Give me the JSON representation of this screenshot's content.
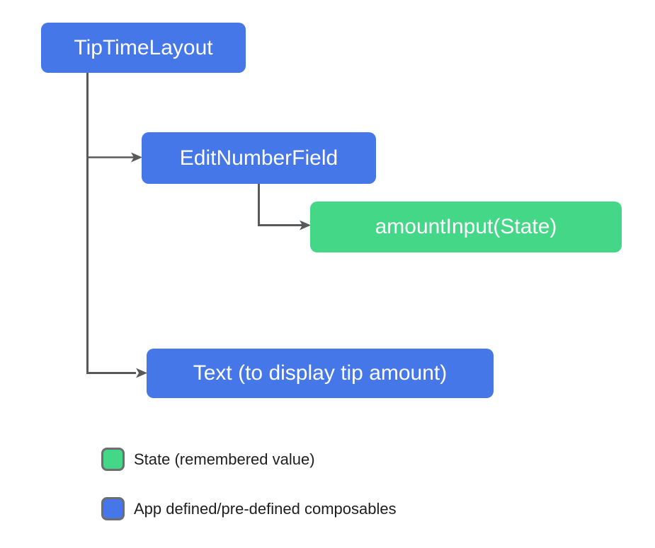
{
  "diagram": {
    "nodes": [
      {
        "id": "tip-time-layout",
        "label": "TipTimeLayout",
        "kind": "composable",
        "color": "#4577E8"
      },
      {
        "id": "edit-number-field",
        "label": "EditNumberField",
        "kind": "composable",
        "color": "#4577E8"
      },
      {
        "id": "amount-input-state",
        "label": "amountInput(State)",
        "kind": "state",
        "color": "#44D787"
      },
      {
        "id": "text-display-tip",
        "label": "Text (to display tip amount)",
        "kind": "composable",
        "color": "#4577E8"
      }
    ],
    "edges": [
      {
        "from": "tip-time-layout",
        "to": "edit-number-field"
      },
      {
        "from": "edit-number-field",
        "to": "amount-input-state"
      },
      {
        "from": "tip-time-layout",
        "to": "text-display-tip"
      }
    ]
  },
  "legend": {
    "items": [
      {
        "label": "State (remembered value)",
        "color": "#44D787"
      },
      {
        "label": "App defined/pre-defined composables",
        "color": "#4577E8"
      }
    ]
  },
  "colors": {
    "composable_blue": "#4577E8",
    "state_green": "#44D787",
    "connector_gray": "#58595B",
    "node_text": "#FFFFFF",
    "legend_text": "#1E1E1E",
    "background": "#FFFFFF"
  }
}
